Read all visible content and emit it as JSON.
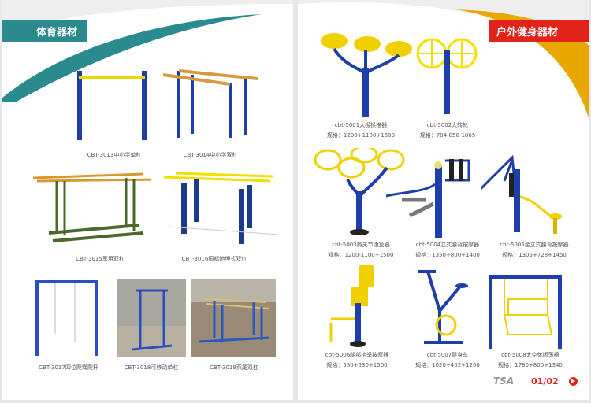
{
  "left_page": {
    "title": "体育器材",
    "accent": "#2a8a8e",
    "products": [
      {
        "name": "CBT-3013中小学单杠"
      },
      {
        "name": "CBT-3014中小学双杠"
      },
      {
        "name": "CBT-3015军用双杠"
      },
      {
        "name": "CBT-3016国标地埋式双杠"
      },
      {
        "name": "CBT-3017四位爬绳爬杆"
      },
      {
        "name": "CBT-3018可移动单杠"
      },
      {
        "name": "CBT-3019燕尾双杠"
      }
    ]
  },
  "right_page": {
    "title": "户外健身器材",
    "accent": "#e1231a",
    "swoosh": "#e8a800",
    "products": [
      {
        "name": "cbt-5001太极揉推器",
        "spec": "规格：1200+1100+1500"
      },
      {
        "name": "cbt-5002大转轮",
        "spec": "规格：784-850-1865"
      },
      {
        "name": "cbt-5003肩关节康复器",
        "spec": "规格：1200-1100+1500"
      },
      {
        "name": "cbt-5004立式腰背按摩器",
        "spec": "规格：1350+800+1400"
      },
      {
        "name": "cbt-5005坐立式腰背按摩器",
        "spec": "规格：1305+728+1450"
      },
      {
        "name": "cbt-5006腿部抬举按摩器",
        "spec": "规格：530+530+1500"
      },
      {
        "name": "cbt-5007健身车",
        "spec": "规格：1020+402+1200"
      },
      {
        "name": "cbt-5008太空休闲荡椅",
        "spec": "规格：1780+800+1340"
      }
    ],
    "brand": "TSA",
    "page_number": "01/02"
  }
}
